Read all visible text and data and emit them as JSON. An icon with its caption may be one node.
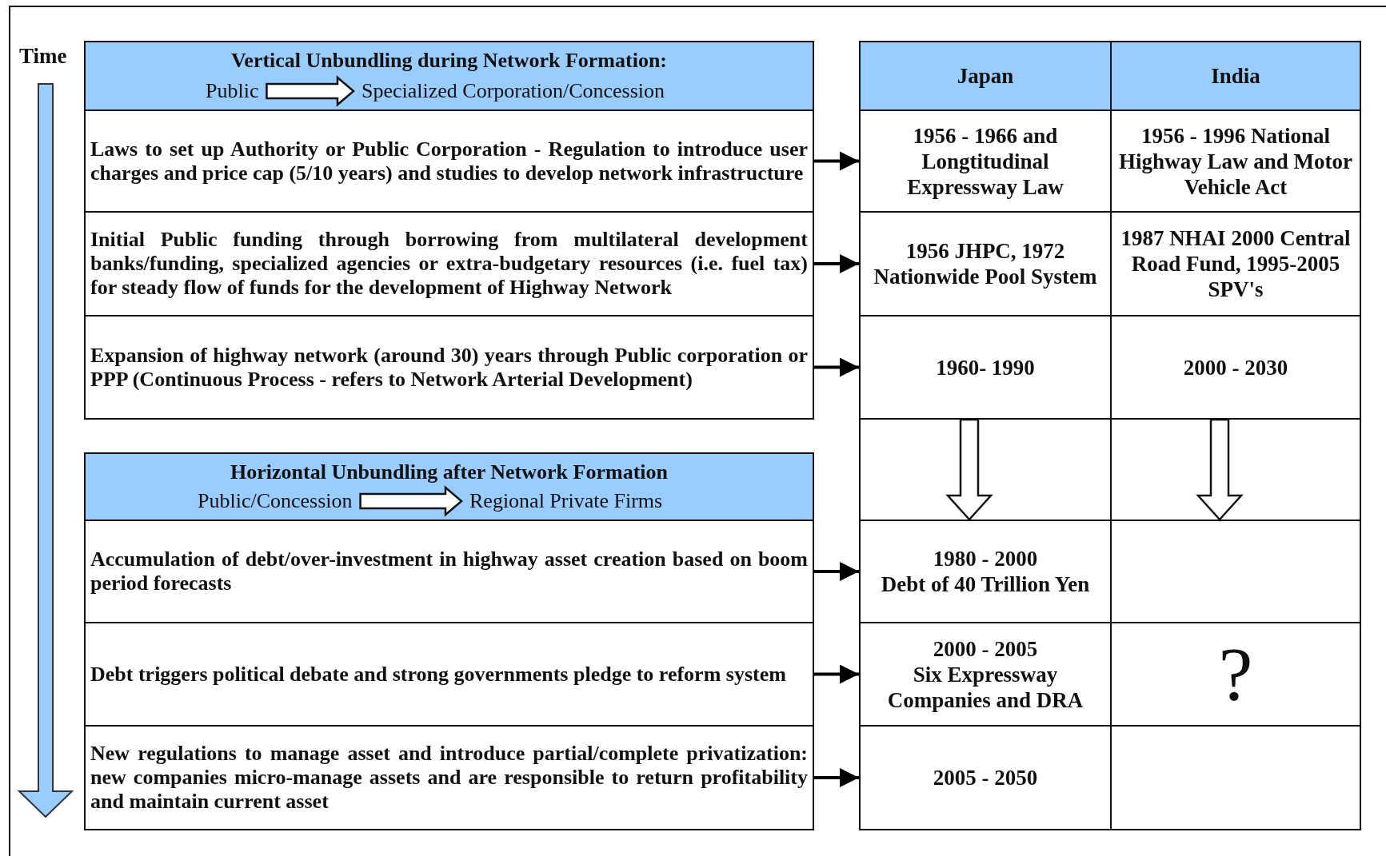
{
  "diagram": {
    "nodes": [
      {
        "text": [
          "Vertical Unbundling during Network Formation:"
        ]
      },
      {
        "text": [
          "Public"
        ],
        "in": 0
      },
      {
        "text": [
          "Specialized Corporation/Concession"
        ],
        "in": 0
      },
      {
        "text": [
          "Laws to set up Authority or Public Corporation - Regulation to introduce user charges and price cap (5/10 years) and studies to develop network infrastructure"
        ]
      },
      {
        "text": [
          "Initial Public funding through borrowing from multilateral development banks/funding, specialized agencies or extra-budgetary resources (i.e. fuel tax) for steady flow of funds for the development of Highway Network"
        ]
      },
      {
        "text": [
          "Expansion of highway network (around 30) years through Public corporation or PPP (Continuous Process - refers to Network Arterial Development)"
        ]
      },
      {
        "text": [
          "Horizontal Unbundling after Network Formation"
        ]
      },
      {
        "text": [
          "Public/Concession"
        ],
        "in": 6
      },
      {
        "text": [
          "Regional Private Firms"
        ],
        "in": 6
      },
      {
        "text": [
          "Accumulation of debt/over-investment in highway asset creation based on boom period forecasts"
        ]
      },
      {
        "text": [
          "Debt triggers political debate and strong governments pledge to reform system"
        ]
      },
      {
        "text": [
          "New regulations to manage asset and introduce partial/complete privatization: new companies micro-manage assets and are responsible to return profitability and maintain current asset"
        ]
      },
      {
        "text": [
          "Japan"
        ]
      },
      {
        "text": [
          "India"
        ]
      },
      {
        "text": [
          "1956 - 1966 and Longtitudinal Expressway Law"
        ]
      },
      {
        "text": [
          "1956 - 1996 National Highway Law and Motor Vehicle Act"
        ]
      },
      {
        "text": [
          "1956 JHPC, 1972 Nationwide Pool System"
        ]
      },
      {
        "text": [
          "1987 NHAI 2000 Central Road Fund, 1995-2005 SPV's"
        ]
      },
      {
        "text": [
          "1960- 1990"
        ]
      },
      {
        "text": [
          "2000 - 2030"
        ]
      },
      {
        "text": [],
        "shape": "box"
      },
      {
        "text": [],
        "shape": "box"
      },
      {
        "text": [
          "1980 - 2000",
          "Debt of 40 Trillion Yen"
        ]
      },
      {
        "text": [],
        "shape": "box"
      },
      {
        "text": [
          "2000 - 2005",
          "Six Expressway Companies and DRA"
        ]
      },
      {
        "text": [
          "?"
        ]
      },
      {
        "text": [
          "2005 - 2050"
        ]
      },
      {
        "text": [],
        "shape": "box"
      }
    ],
    "edges": [
      {
        "from": 1,
        "to": 2,
        "arrow": "to",
        "style": "thick"
      },
      {
        "from": 3,
        "to": 14,
        "arrow": "to"
      },
      {
        "from": 4,
        "to": 16,
        "arrow": "to"
      },
      {
        "from": 5,
        "to": 18,
        "arrow": "to"
      },
      {
        "from": 7,
        "to": 8,
        "arrow": "to",
        "style": "thick"
      },
      {
        "from": 9,
        "to": 22,
        "arrow": "to"
      },
      {
        "from": 10,
        "to": 24,
        "arrow": "to"
      },
      {
        "from": 11,
        "to": 26,
        "arrow": "to"
      },
      {
        "from": 18,
        "to": 22,
        "arrow": "to",
        "style": "thick"
      },
      {
        "from": 19,
        "to": 23,
        "arrow": "to",
        "style": "thick"
      }
    ],
    "labels": [
      "Time"
    ]
  }
}
